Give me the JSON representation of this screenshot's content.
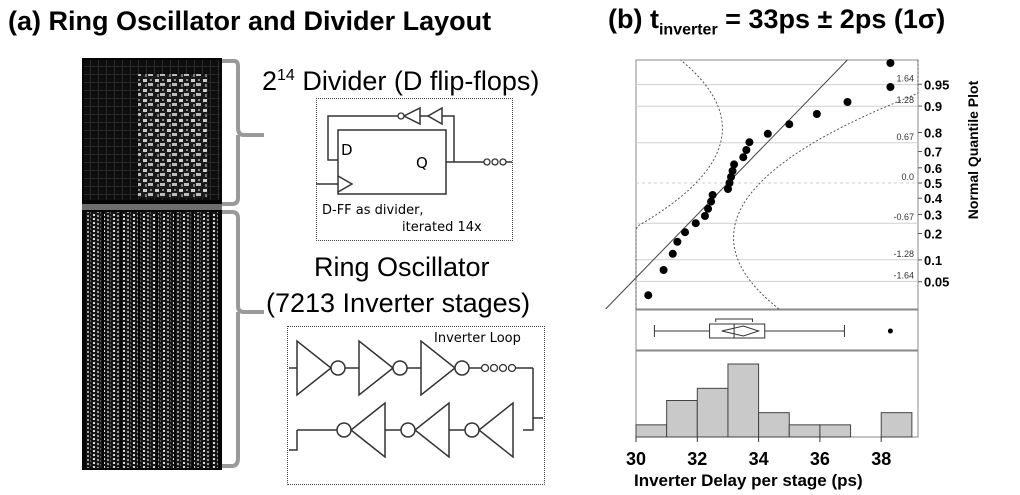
{
  "panel_a": {
    "title": "(a) Ring Oscillator and Divider Layout",
    "divider_label_base": "2",
    "divider_label_exp": "14",
    "divider_label_rest": " Divider (D flip-flops)",
    "dff_d": "D",
    "dff_q": "Q",
    "dff_caption_1": "D-FF as divider,",
    "dff_caption_2": "iterated 14x",
    "ring_label_1": "Ring Oscillator",
    "ring_label_2": "(7213 Inverter stages)",
    "inverter_loop_label": "Inverter Loop"
  },
  "panel_b": {
    "title_prefix": "(b) t",
    "title_sub": "inverter",
    "title_suffix": " = 33ps ± 2ps (1σ)"
  },
  "chart_data": [
    {
      "type": "scatter",
      "ylabel": "Normal Quantile Plot",
      "xlim": [
        30,
        39.2
      ],
      "ylim": [
        -2.1,
        2.05
      ],
      "z_tick_labels": [
        {
          "z": 1.64,
          "label": "1.64"
        },
        {
          "z": 1.28,
          "label": "1.28"
        },
        {
          "z": 0.67,
          "label": "0.67"
        },
        {
          "z": 0.0,
          "label": "0.0"
        },
        {
          "z": -0.67,
          "label": "-0.67"
        },
        {
          "z": -1.28,
          "label": "-1.28"
        },
        {
          "z": -1.64,
          "label": "-1.64"
        }
      ],
      "probability_ticks": [
        {
          "z": 1.645,
          "label": "0.95"
        },
        {
          "z": 1.2816,
          "label": "0.9"
        },
        {
          "z": 0.8416,
          "label": "0.8"
        },
        {
          "z": 0.5244,
          "label": "0.7"
        },
        {
          "z": 0.2533,
          "label": "0.6"
        },
        {
          "z": 0.0,
          "label": "0.5"
        },
        {
          "z": -0.2533,
          "label": "0.4"
        },
        {
          "z": -0.5244,
          "label": "0.3"
        },
        {
          "z": -0.8416,
          "label": "0.2"
        },
        {
          "z": -1.2816,
          "label": "0.1"
        },
        {
          "z": -1.645,
          "label": "0.05"
        }
      ],
      "points": [
        {
          "x": 30.4,
          "z": -1.87
        },
        {
          "x": 30.9,
          "z": -1.45
        },
        {
          "x": 31.2,
          "z": -1.18
        },
        {
          "x": 31.35,
          "z": -0.98
        },
        {
          "x": 31.6,
          "z": -0.82
        },
        {
          "x": 31.95,
          "z": -0.67
        },
        {
          "x": 32.25,
          "z": -0.55
        },
        {
          "x": 32.35,
          "z": -0.43
        },
        {
          "x": 32.45,
          "z": -0.31
        },
        {
          "x": 32.5,
          "z": -0.2
        },
        {
          "x": 33.0,
          "z": -0.1
        },
        {
          "x": 33.05,
          "z": 0.0
        },
        {
          "x": 33.1,
          "z": 0.1
        },
        {
          "x": 33.15,
          "z": 0.2
        },
        {
          "x": 33.2,
          "z": 0.31
        },
        {
          "x": 33.5,
          "z": 0.43
        },
        {
          "x": 33.6,
          "z": 0.55
        },
        {
          "x": 33.7,
          "z": 0.68
        },
        {
          "x": 34.3,
          "z": 0.82
        },
        {
          "x": 35.0,
          "z": 0.98
        },
        {
          "x": 35.9,
          "z": 1.15
        },
        {
          "x": 36.9,
          "z": 1.35
        },
        {
          "x": 38.3,
          "z": 1.6
        },
        {
          "x": 38.3,
          "z": 2.0
        }
      ]
    },
    {
      "type": "box",
      "min": 30.6,
      "q1": 32.4,
      "median": 33.2,
      "q3": 34.2,
      "max": 36.8,
      "mean": 33.5,
      "outliers": [
        38.3
      ]
    },
    {
      "type": "histogram",
      "xlabel": "Inverter Delay per stage (ps)",
      "x_ticks": [
        30,
        32,
        34,
        36,
        38
      ],
      "bins": [
        {
          "x0": 30,
          "x1": 31,
          "count": 1
        },
        {
          "x0": 31,
          "x1": 32,
          "count": 3
        },
        {
          "x0": 32,
          "x1": 33,
          "count": 4
        },
        {
          "x0": 33,
          "x1": 34,
          "count": 6
        },
        {
          "x0": 34,
          "x1": 35,
          "count": 2
        },
        {
          "x0": 35,
          "x1": 36,
          "count": 1
        },
        {
          "x0": 36,
          "x1": 37,
          "count": 1
        },
        {
          "x0": 37,
          "x1": 38,
          "count": 0
        },
        {
          "x0": 38,
          "x1": 39,
          "count": 2
        }
      ]
    }
  ]
}
